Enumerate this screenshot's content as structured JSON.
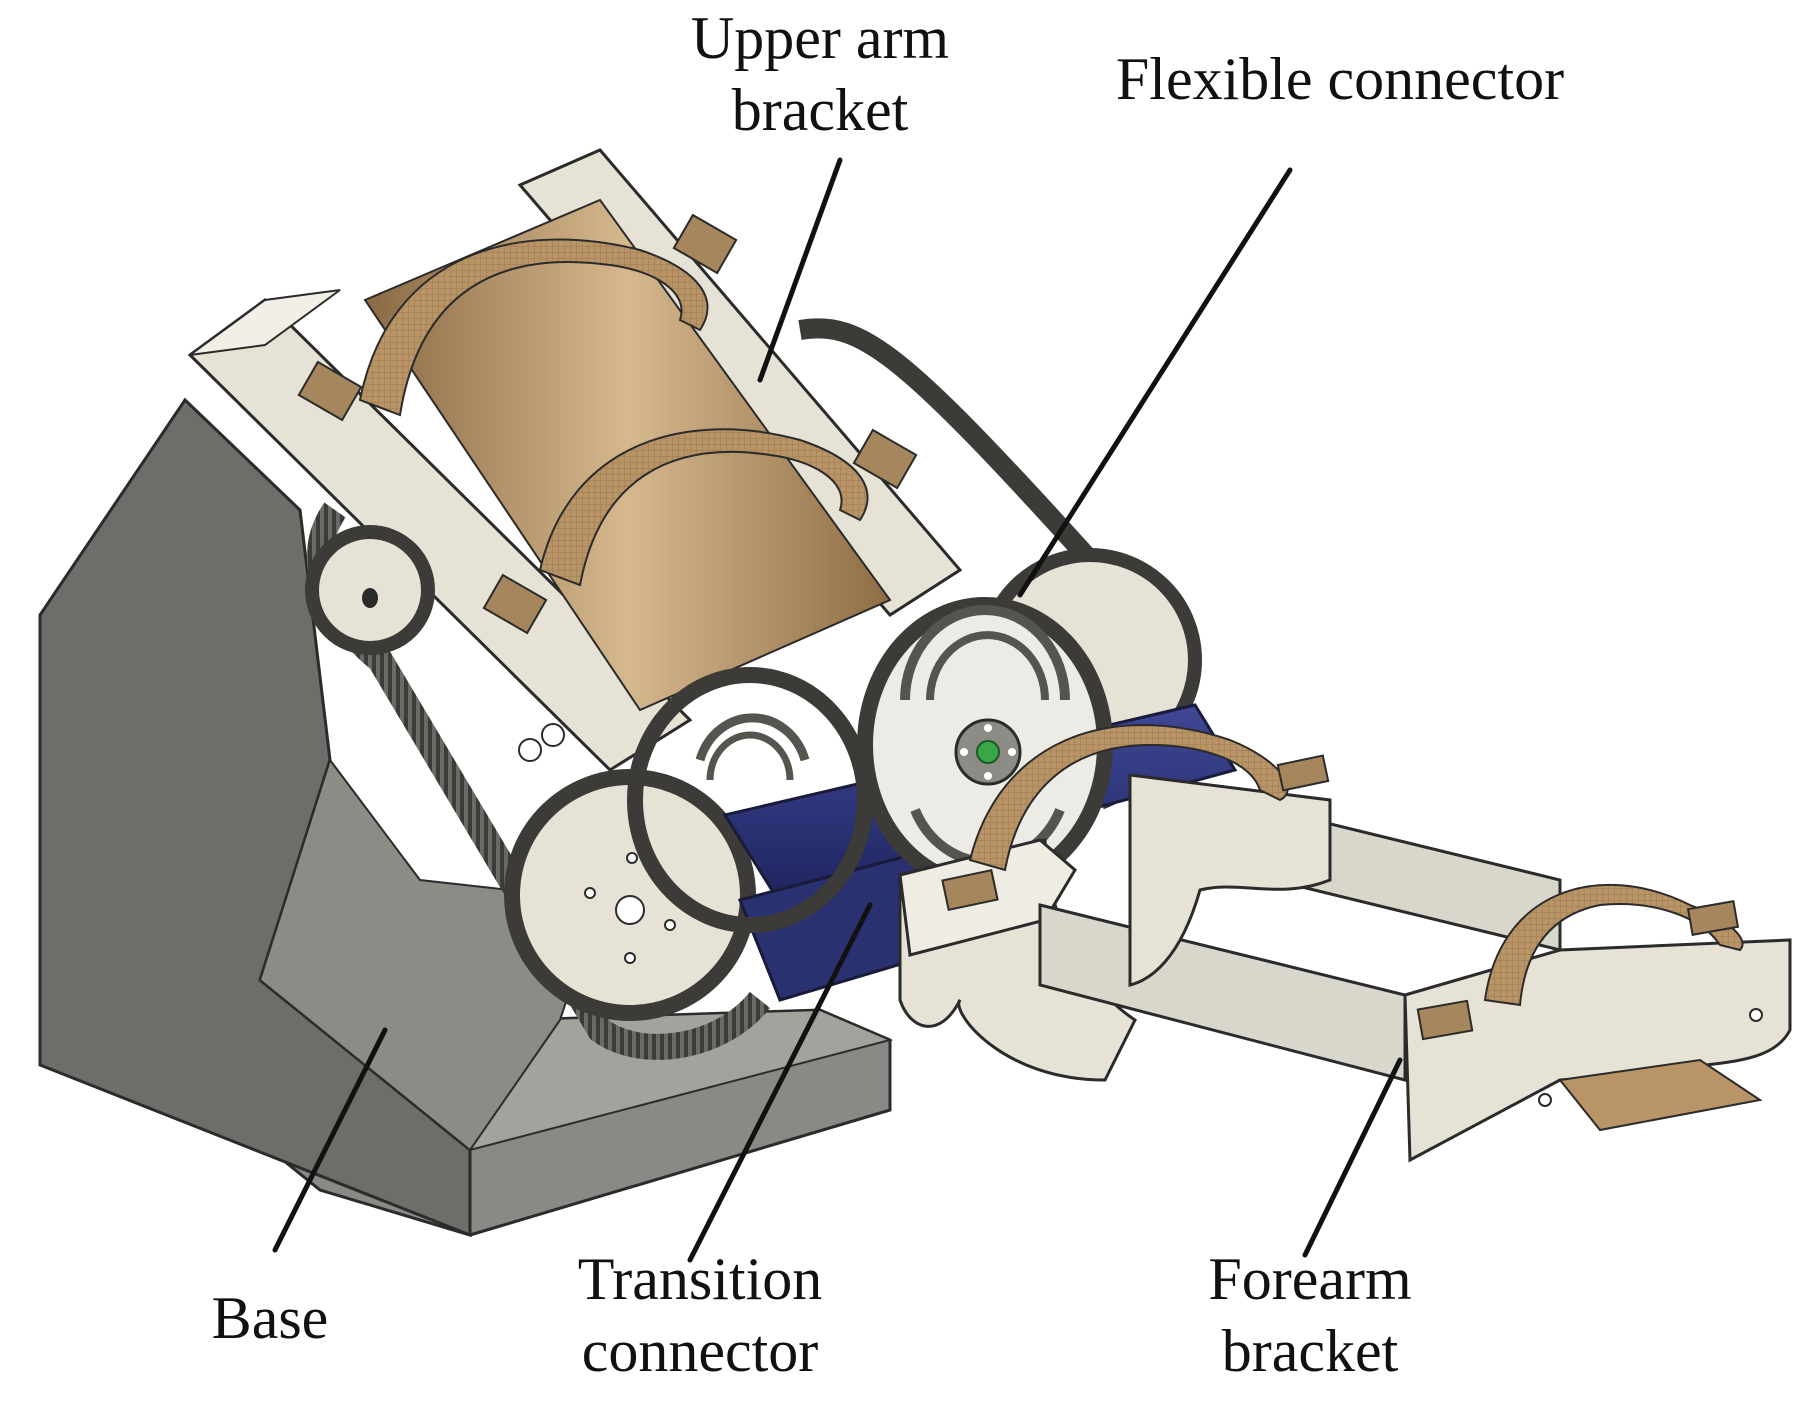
{
  "labels": {
    "upper_arm_bracket": [
      "Upper arm",
      "bracket"
    ],
    "flexible_connector": "Flexible connector",
    "base": "Base",
    "transition_connector": [
      "Transition",
      "connector"
    ],
    "forearm_bracket": [
      "Forearm",
      "bracket"
    ]
  },
  "colors": {
    "base_gray": "#6e6d6a",
    "bracket_cream": "#e6e2d6",
    "strap_tan": "#b89466",
    "belt_dark": "#3c3b38",
    "connector_navy": "#2d3478",
    "leader_line": "#111111"
  }
}
